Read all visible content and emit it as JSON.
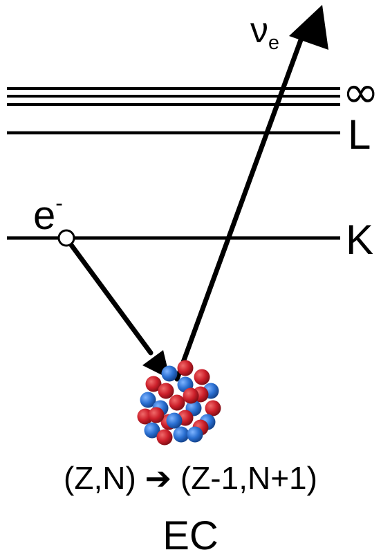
{
  "levels": {
    "infinity": "∞",
    "L": "L",
    "K": "K"
  },
  "particles": {
    "electron": {
      "symbol": "e",
      "charge": "-"
    },
    "neutrino": {
      "symbol": "ν",
      "subscript": "e"
    }
  },
  "reaction": "(Z,N) ➔ (Z-1,N+1)",
  "process": "EC",
  "colors": {
    "proton": "#cc1f2a",
    "neutron": "#2a6fd1",
    "lines": "#000000"
  }
}
